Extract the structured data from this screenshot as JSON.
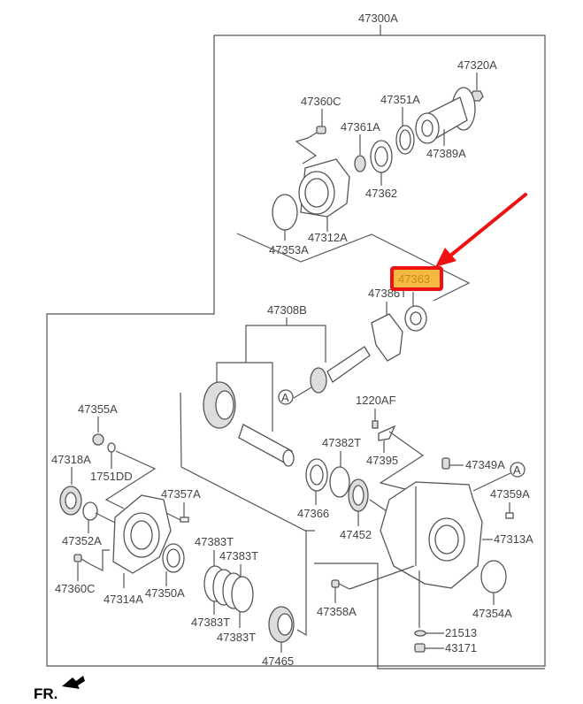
{
  "diagram": {
    "title_part": "47300A",
    "parts": {
      "p47320A": "47320A",
      "p47360C_top": "47360C",
      "p47351A": "47351A",
      "p47361A": "47361A",
      "p47389A": "47389A",
      "p47362": "47362",
      "p47312A": "47312A",
      "p47353A": "47353A",
      "p47386T": "47386T",
      "p47308B": "47308B",
      "p1220AF": "1220AF",
      "p47395": "47395",
      "p47382T": "47382T",
      "p47349A": "47349A",
      "p47355A": "47355A",
      "p1751DD": "1751DD",
      "p47318A": "47318A",
      "p47357A": "47357A",
      "p47352A": "47352A",
      "p47360C_bottom": "47360C",
      "p47314A": "47314A",
      "p47350A": "47350A",
      "p47366": "47366",
      "p47452": "47452",
      "p47359A": "47359A",
      "p47313A": "47313A",
      "p47383T_1": "47383T",
      "p47383T_2": "47383T",
      "p47383T_3": "47383T",
      "p47383T_4": "47383T",
      "p47358A": "47358A",
      "p47354A": "47354A",
      "p47465": "47465",
      "p21513": "21513",
      "p43171": "43171"
    },
    "reference_marker": "A",
    "highlighted_part": "47363",
    "highlight_colors": {
      "border": "#ee1111",
      "fill": "#f5b942",
      "arrow": "#ee1111"
    },
    "orientation_label": "FR."
  }
}
